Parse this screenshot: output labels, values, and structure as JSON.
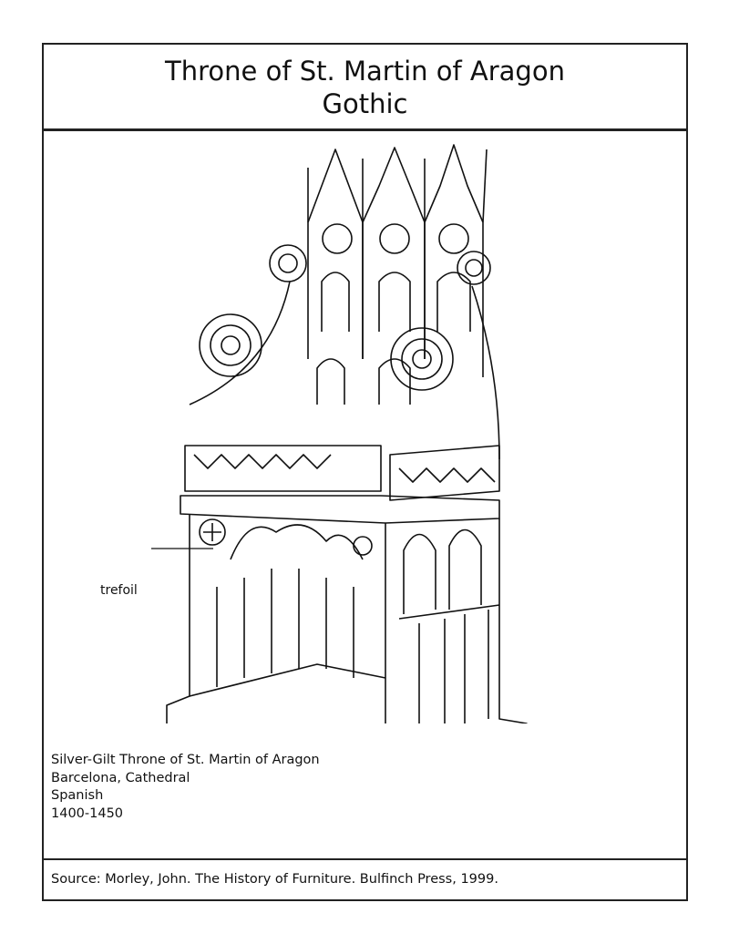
{
  "title": {
    "line1": "Throne of St. Martin of Aragon",
    "line2": "Gothic"
  },
  "illustration": {
    "annotation_label": "trefoil"
  },
  "caption": {
    "name": "Silver-Gilt Throne of St. Martin of Aragon",
    "location": "Barcelona, Cathedral",
    "origin": "Spanish",
    "date": "1400-1450"
  },
  "source": "Source: Morley, John. The History of Furniture. Bulfinch Press, 1999."
}
